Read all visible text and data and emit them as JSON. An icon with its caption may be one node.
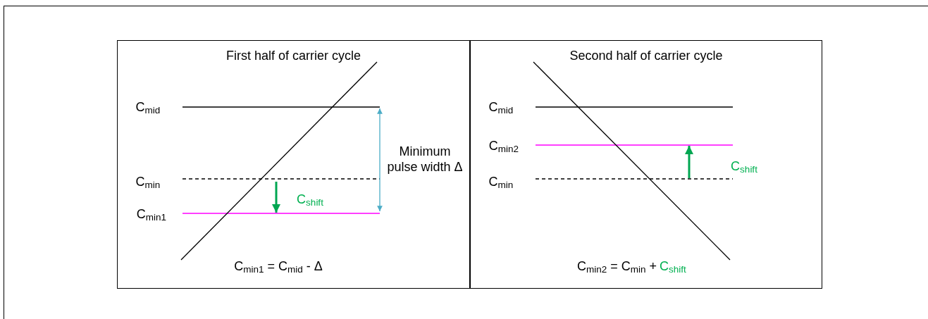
{
  "diagram": {
    "nodes": [
      {
        "text": [
          "First half of carrier cycle"
        ]
      },
      {
        "text": [
          "Second half of carrier cycle"
        ]
      }
    ],
    "labels": [
      "C$_{mid}$",
      "C$_{min}$",
      "C$_{min1}$",
      "C$_{shift}$",
      "Minimum pulse width Δ",
      "C$_{min1}$ = C$_{mid}$ - Δ",
      "C$_{mid}$",
      "C$_{min2}$",
      "C$_{shift}$",
      "C$_{min}$",
      "C$_{min2}$ = C$_{min}$ +",
      "C$_{shift}$"
    ]
  }
}
